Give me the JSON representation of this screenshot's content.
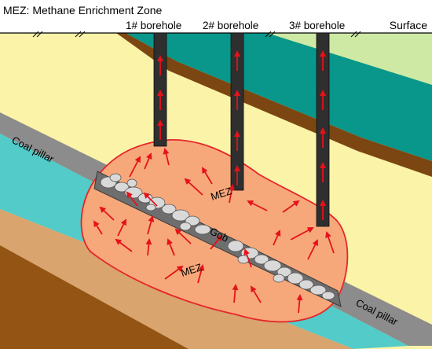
{
  "legend_text": "MEZ: Methane Enrichment Zone",
  "surface_label": "Surface",
  "boreholes": [
    {
      "label": "1#  borehole"
    },
    {
      "label": "2#  borehole"
    },
    {
      "label": "3#  borehole"
    }
  ],
  "zone_labels": {
    "mez_upper": "MEZ",
    "mez_lower": "MEZ",
    "gob": "Gob",
    "coal_pillar_left": "Coal pillar",
    "coal_pillar_right": "Coal pillar"
  },
  "colors": {
    "stratum_pale_yellow": "#fbf3a8",
    "stratum_teal": "#08978a",
    "stratum_light_green": "#cde9a3",
    "stratum_brown": "#7c4612",
    "stratum_gray_coal": "#8c8c8c",
    "stratum_cyan": "#52cbc9",
    "stratum_tan": "#d9a46e",
    "stratum_dark_brown": "#945414",
    "mez_fill": "#f7a87a",
    "mez_outline": "#e5262a",
    "gob_fill": "#6e6e6e",
    "pebble": "#d9d9d9",
    "borehole": "#2f2f2f",
    "arrow": "#e5121a"
  }
}
